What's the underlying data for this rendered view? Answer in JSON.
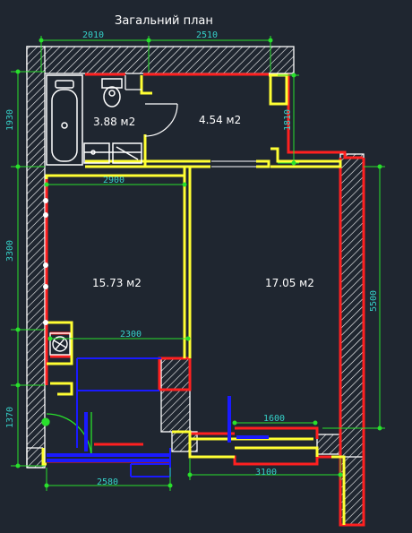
{
  "title": "Загальний план",
  "dimensions": {
    "top_left": "2010",
    "top_right": "2510",
    "left_bath": "1930",
    "right_bath": "1810",
    "left_room": "3300",
    "left_bottom": "1370",
    "room_width": "2900",
    "hall_width": "2300",
    "right_room": "5500",
    "balcony_width": "1600",
    "bottom_left": "2580",
    "bottom_right": "3100"
  },
  "areas": {
    "bathroom": "3.88 м2",
    "corridor": "4.54 м2",
    "room_left": "15.73 м2",
    "room_right": "17.05 м2"
  },
  "colors": {
    "background": "#1f2630",
    "wall_new": "#ffff33",
    "wall_demolish": "#ff2020",
    "wall_outline": "#ffffff",
    "dimension": "#35d0c8",
    "dimension_line": "#29e02c",
    "pipes": "#1a1aff"
  }
}
